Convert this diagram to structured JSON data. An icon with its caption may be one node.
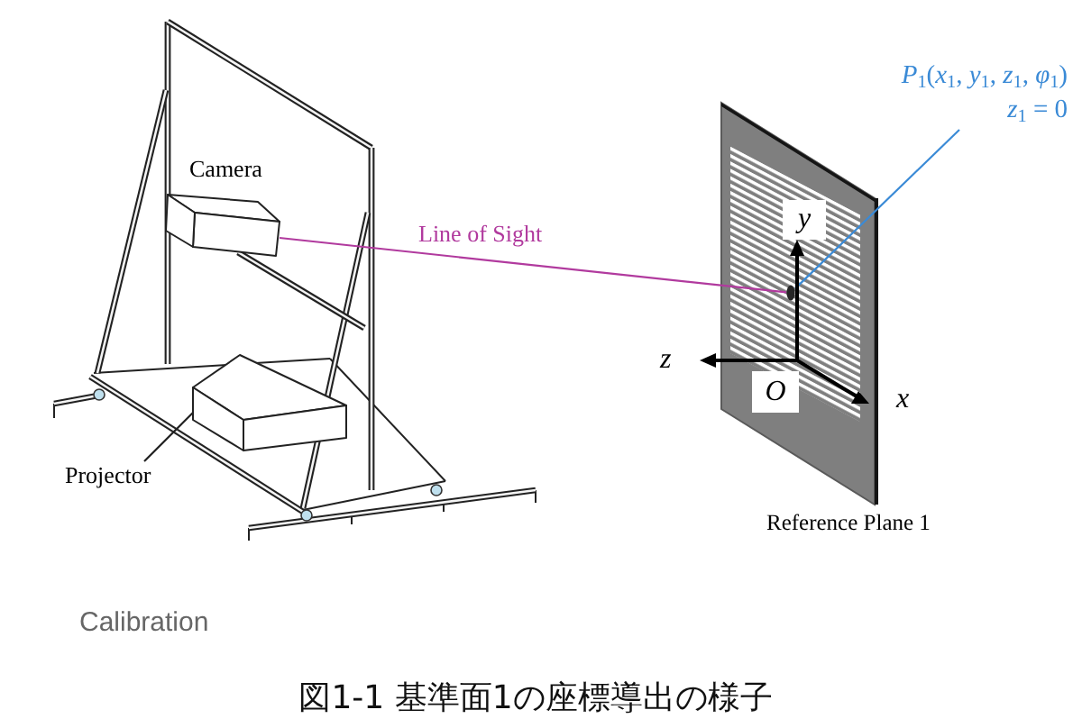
{
  "diagram": {
    "caption": "図1-1 基準面1の座標導出の様子",
    "nodes": [
      {
        "text": [
          "Camera"
        ]
      },
      {
        "text": [
          "Projector"
        ]
      },
      {
        "text": [],
        "shape": "box"
      },
      {
        "text": [
          "Reference Plane 1"
        ]
      },
      {
        "text": [],
        "shape": "circle",
        "in": 3
      },
      {
        "text": [
          "*P*$_{1}$(*x*$_{1}$, *y*$_{1}$, *z*$_{1}$, *φ*$_{1}$)",
          "*z*$_{1}$ = 0"
        ]
      }
    ],
    "edges": [
      {
        "from": 0,
        "to": 4,
        "arrow": "none",
        "label": "Line of Sight",
        "color": "#b13a9e"
      },
      {
        "from": 1,
        "to": 2,
        "arrow": "none",
        "color": "#222222"
      },
      {
        "from": 5,
        "to": 4,
        "arrow": "none",
        "color": "#3a8ad6"
      }
    ],
    "labels": [
      "y",
      "z",
      "O",
      "x",
      "Calibration"
    ]
  }
}
